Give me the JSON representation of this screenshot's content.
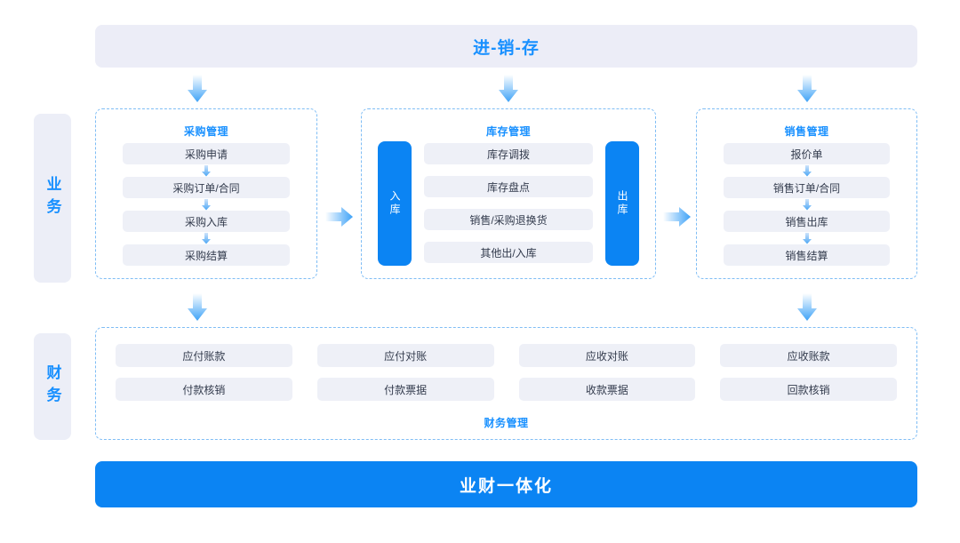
{
  "banner": {
    "title": "进-销-存"
  },
  "side_labels": {
    "business": "业务",
    "finance": "财务"
  },
  "panels": {
    "purchase": {
      "title": "采购管理",
      "items": [
        "采购申请",
        "采购订单/合同",
        "采购入库",
        "采购结算"
      ]
    },
    "inventory": {
      "title": "库存管理",
      "inbound": "入库",
      "outbound": "出库",
      "items": [
        "库存调拨",
        "库存盘点",
        "销售/采购退换货",
        "其他出/入库"
      ]
    },
    "sales": {
      "title": "销售管理",
      "items": [
        "报价单",
        "销售订单/合同",
        "销售出库",
        "销售结算"
      ]
    },
    "finance": {
      "title": "财务管理",
      "items": [
        "应付账款",
        "应付对账",
        "应收对账",
        "应收账款",
        "付款核销",
        "付款票据",
        "收款票据",
        "回款核销"
      ]
    }
  },
  "bottom_bar": {
    "title": "业财一体化"
  },
  "colors": {
    "accent_blue": "#0b84f3",
    "title_blue": "#1890ff",
    "chip_bg": "#eef0f7",
    "banner_bg": "#ecedf7",
    "dashed_border": "#7fbdf5"
  }
}
